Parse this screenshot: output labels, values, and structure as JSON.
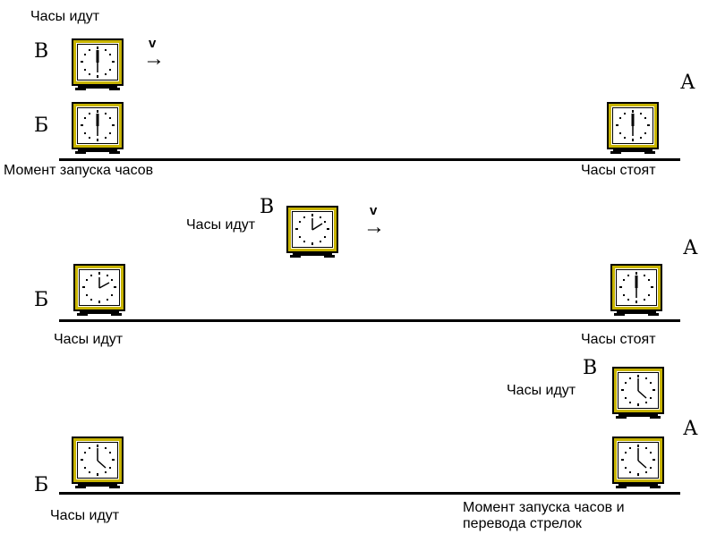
{
  "panels": [
    {
      "moving_clock_label": "В",
      "moving_clock_status": "Часы идут",
      "velocity_label": "v",
      "velocity_arrow": "→",
      "clock_b_label": "Б",
      "clock_b_status": "Момент запуска часов",
      "clock_a_label": "А",
      "clock_a_status": "Часы стоят"
    },
    {
      "moving_clock_label": "В",
      "moving_clock_status": "Часы идут",
      "velocity_label": "v",
      "velocity_arrow": "→",
      "clock_b_label": "Б",
      "clock_b_status": "Часы идут",
      "clock_a_label": "А",
      "clock_a_status": "Часы стоят"
    },
    {
      "moving_clock_label": "В",
      "moving_clock_status": "Часы идут",
      "clock_b_label": "Б",
      "clock_b_status": "Часы идут",
      "clock_a_label": "А",
      "clock_a_status_line1": "Момент запуска часов и",
      "clock_a_status_line2": "перевода стрелок"
    }
  ],
  "colors": {
    "clock_frame": "#c8b400",
    "clock_face": "#ffffff",
    "ink": "#000000"
  },
  "icons": {
    "clock": "analog-clock-icon",
    "arrow": "right-arrow-icon"
  }
}
